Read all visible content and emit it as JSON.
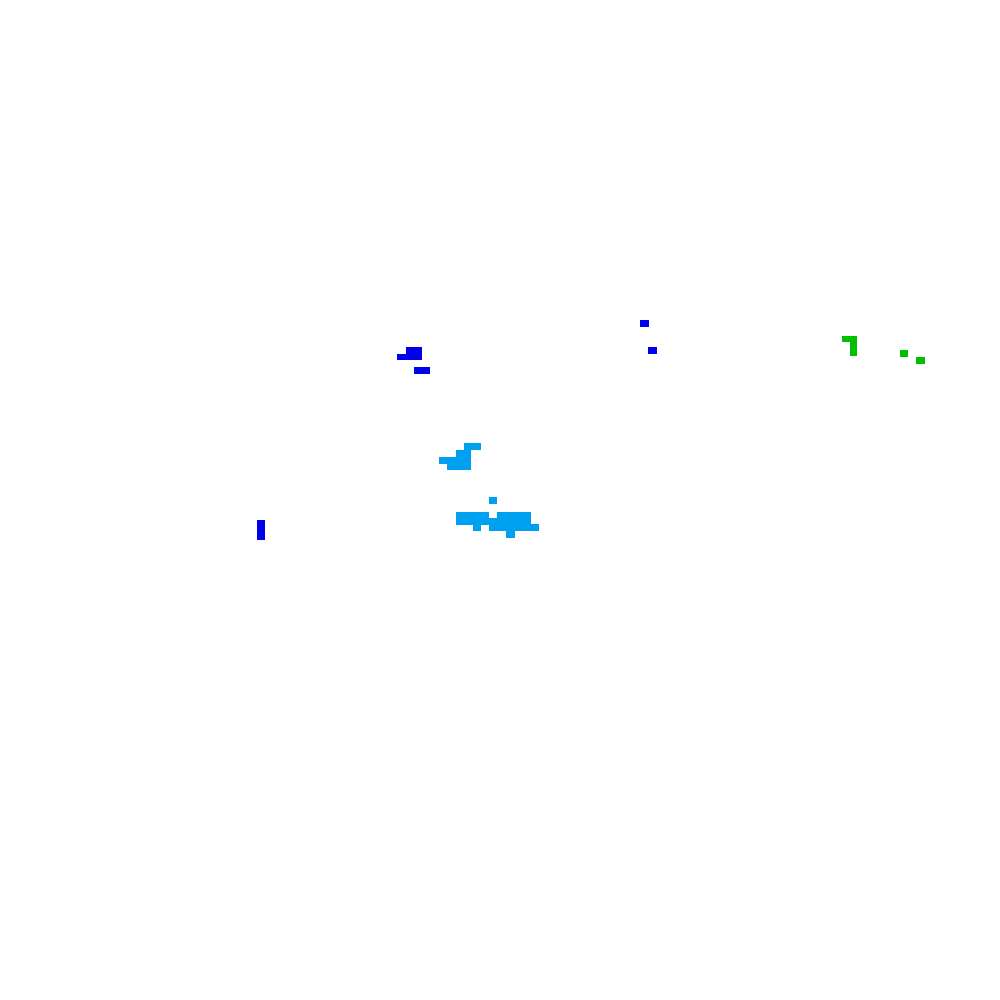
{
  "colors": {
    "background": "#ffffff",
    "dark_blue": "#0000ee",
    "light_blue": "#00a0f0",
    "green": "#00c000"
  },
  "regions": [
    {
      "name": "dark-blue-region",
      "color_key": "dark_blue"
    },
    {
      "name": "light-blue-region",
      "color_key": "light_blue"
    },
    {
      "name": "green-region",
      "color_key": "green"
    }
  ]
}
